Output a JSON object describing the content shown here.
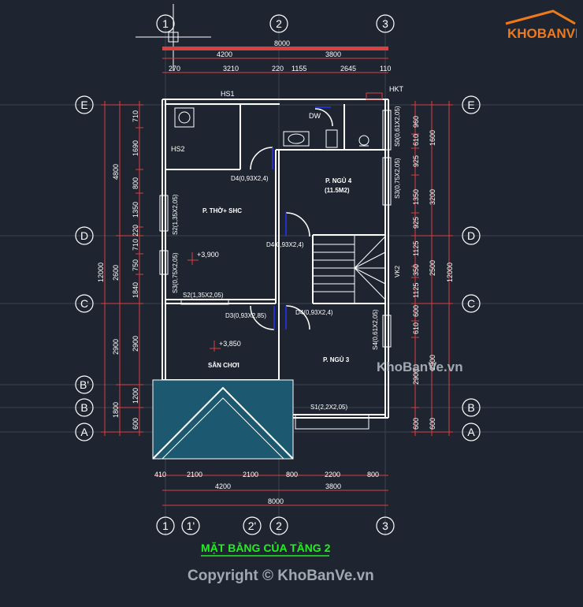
{
  "title": "MẶT BẰNG CỦA TẦNG 2",
  "grid_axes": {
    "top": [
      "1",
      "2",
      "3"
    ],
    "bottom": [
      "1",
      "1'",
      "2'",
      "2",
      "3"
    ],
    "left": [
      "E",
      "D",
      "C",
      "B'",
      "B",
      "A"
    ],
    "right": [
      "E",
      "D",
      "C",
      "B",
      "A"
    ]
  },
  "dims": {
    "top_total": "8000",
    "top_main": [
      "4200",
      "3800"
    ],
    "top_sub": [
      "270",
      "3210",
      "220",
      "1155",
      "2645",
      "110"
    ],
    "bottom_sub": [
      "410",
      "2100",
      "2100",
      "800",
      "2200",
      "800"
    ],
    "bottom_main": [
      "4200",
      "3800"
    ],
    "bottom_total": "8000",
    "left_inner": [
      "710",
      "1690",
      "800",
      "1350",
      "220",
      "710",
      "750",
      "1840",
      "2900",
      "1200",
      "600"
    ],
    "left_mid": [
      "4800",
      "2600",
      "2900",
      "1800"
    ],
    "left_total": "12000",
    "right_inner": [
      "960",
      "610",
      "925",
      "1350",
      "925",
      "1125",
      "350",
      "1125",
      "600",
      "610",
      "2900",
      "600"
    ],
    "right_mid": [
      "1600",
      "3200",
      "2500"
    ],
    "right_total": "12000"
  },
  "rooms": {
    "bed4": "P. NGỦ 4",
    "bed4_area": "(11.5M2)",
    "worship": "P. THỜ+ SHC",
    "yard": "SÂN CHƠI",
    "bed3": "P. NGỦ 3"
  },
  "levels": [
    "+3,900",
    "+3,850"
  ],
  "labels": {
    "hs1": "HS1",
    "hs2": "HS2",
    "hkt": "HKT",
    "dw": "DW",
    "vk2": "VK2",
    "d4a": "D4(0,93X2,4)",
    "d4b": "D4(0,93X2,4)",
    "d4c": "D4(0,93X2,4)",
    "d3": "D3(0,93X2,85)",
    "s2a": "S2(1,35X2,05)",
    "s2b": "S2(1,35X2,05)",
    "s3a": "S3(0,75X2,05)",
    "s3b": "S3(0,75X2,05)",
    "s0": "S0(0,61X2,05)",
    "s4": "S4(0,61X2,05)",
    "s1": "S1(2,2X2,05)"
  },
  "watermark": {
    "logo": "KHOBANVE",
    "site": "KhoBanVe.vn",
    "copyright": "Copyright © KhoBanVe.vn"
  },
  "colors": {
    "background": "#1e2530",
    "wall": "#ffffff",
    "dim_line": "#e03a3a",
    "room_label": "#ffffff",
    "title": "#22ee22",
    "door": "#2233ff",
    "roof": "#2c8cb0",
    "watermark": "#f07a1a"
  }
}
